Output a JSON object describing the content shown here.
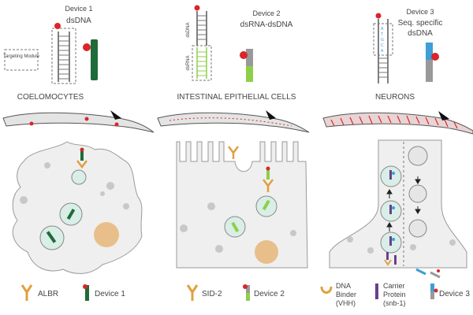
{
  "panels": [
    {
      "device_title": "Device 1",
      "cargo": "dsDNA",
      "cell_label": "COELOMOCYTES",
      "targeting_module": "Targeting Module",
      "legend": [
        "ALBR",
        "Device 1"
      ]
    },
    {
      "device_title": "Device 2",
      "cargo": "dsRNA-dsDNA",
      "cell_label": "INTESTINAL EPITHELIAL CELLS",
      "strand_dna": "dsDNA",
      "strand_rna": "dsRNA",
      "legend": [
        "SID-2",
        "Device 2"
      ]
    },
    {
      "device_title": "Device 3",
      "cargo_line1": "Seq. specific",
      "cargo_line2": "dsDNA",
      "cell_label": "NEURONS",
      "seq_letters": [
        "A",
        "T",
        "G",
        "C",
        "A"
      ],
      "legend_dna_binder": [
        "DNA",
        "Binder",
        "(VHH)"
      ],
      "legend_carrier": [
        "Carrier",
        "Protein",
        "(snb-1)"
      ],
      "legend_device": "Device 3"
    }
  ],
  "colors": {
    "orange": "#e0a040",
    "green_dark": "#1f6b3a",
    "green_light": "#8ecf4a",
    "red": "#d9262a",
    "blue": "#3c9fd6",
    "purple": "#6b3f8c",
    "cell_fill": "#efefef",
    "vesicle": "#d8eee6",
    "nucleus": "#e8bf8a"
  }
}
